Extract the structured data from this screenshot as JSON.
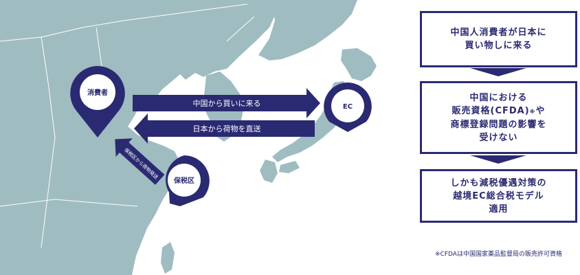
{
  "pins": {
    "consumer": "消費者",
    "ec": "EC",
    "bonded": "保税区"
  },
  "arrows": {
    "buy_from_china": "中国から買いに来る",
    "direct_from_japan": "日本から荷物を直送",
    "bonded_shipping": "保税区から荷物発送"
  },
  "flow": {
    "box1": "中国人消費者が日本に\n買い物しに来る",
    "box2_line1": "中国における",
    "box2_line2": "販売資格(CFDA)",
    "box2_mark": "※",
    "box2_line2_tail": "や",
    "box2_line3": "商標登録問題の影響を\n受けない",
    "box3": "しかも減税優遇対策の\n越境EC総合税モデル\n適用"
  },
  "footnote": "※CFDAは中国国家薬品監督局の販売許可資格",
  "colors": {
    "navy": "#2a2a72",
    "sea": "#ffffff",
    "land": "#9fbcc1",
    "border": "#ffffff"
  }
}
